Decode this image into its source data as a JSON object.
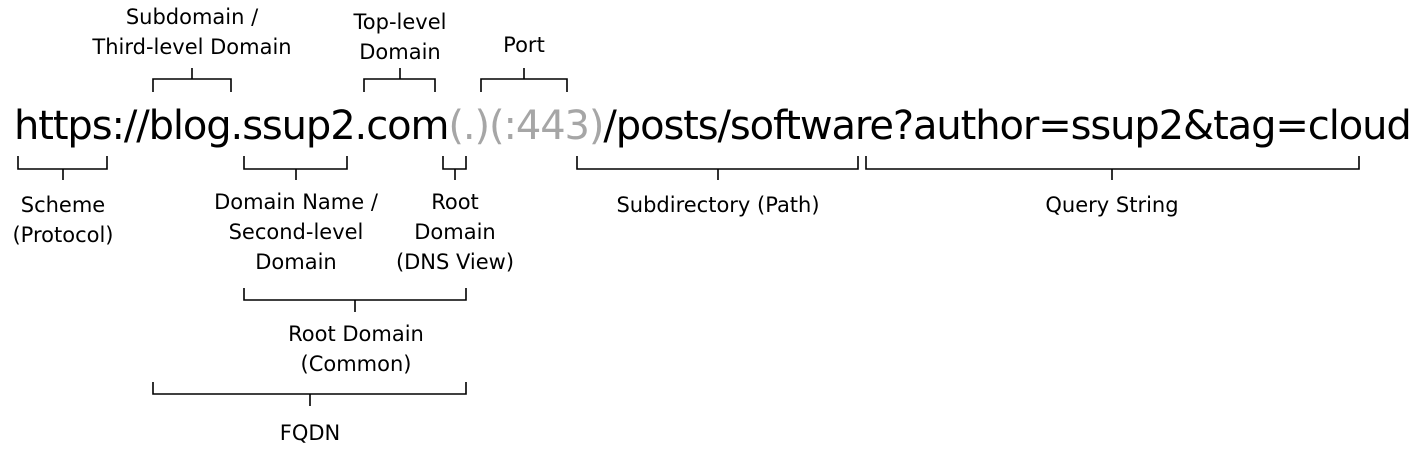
{
  "url": {
    "scheme": "https://",
    "subdomain": "blog.",
    "domain": "ssup2.",
    "tld": "com",
    "root_dot": "(.)",
    "port": "(:443)",
    "path": "/posts/software",
    "query": "?author=ssup2&tag=cloud"
  },
  "labels": {
    "subdomain": "Subdomain /\nThird-level Domain",
    "tld": "Top-level\nDomain",
    "port": "Port",
    "scheme": "Scheme\n(Protocol)",
    "domain_name": "Domain Name /\nSecond-level\nDomain",
    "root_dns": "Root\nDomain\n(DNS View)",
    "path": "Subdirectory (Path)",
    "query": "Query String",
    "root_common": "Root Domain\n(Common)",
    "fqdn": "FQDN"
  },
  "colors": {
    "text": "#000000",
    "muted": "#a6a6a6",
    "background": "#ffffff"
  }
}
